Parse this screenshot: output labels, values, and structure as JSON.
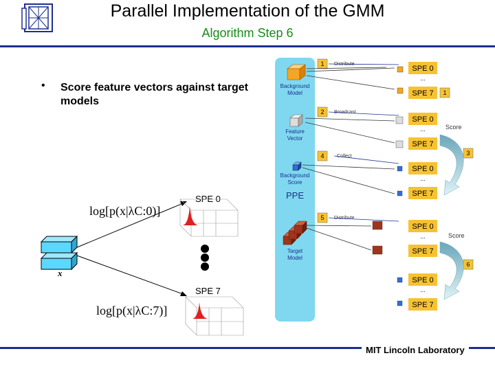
{
  "header": {
    "title": "Parallel Implementation of the GMM",
    "subtitle": "Algorithm Step 6"
  },
  "content": {
    "bullet": "•",
    "text": "Score feature vectors against target models"
  },
  "left_diagram": {
    "spe_top": "SPE 0",
    "spe_bottom": "SPE 7",
    "eq_top": "log[p(x|λC:0)]",
    "eq_bottom": "log[p(x|λC:7)]",
    "x_label": "x"
  },
  "ppe": {
    "label": "PPE",
    "background_model": "Background Model",
    "feature_vector": "Feature Vector",
    "background_score": "Background Score",
    "target_model": "Target Model"
  },
  "steps": {
    "s1": "1",
    "s2": "2",
    "s3": "3",
    "s4": "4",
    "s5": "5",
    "s6": "6",
    "distribute": "Distribute",
    "broadcast": "Broadcast",
    "collect": "Collect",
    "distribute2": "Distribute",
    "score": "Score",
    "score2": "Score"
  },
  "spe": {
    "a0": "SPE 0",
    "a7": "SPE 7",
    "b0": "SPE 0",
    "b7": "SPE 7",
    "c0": "SPE 0",
    "c7": "SPE 7",
    "d0": "SPE 0",
    "d7": "SPE 7",
    "e0": "SPE 0",
    "e7": "SPE 7",
    "dots": "..."
  },
  "footer": "MIT Lincoln Laboratory",
  "colors": {
    "accent_blue": "#1b2f8f",
    "subtitle_green": "#1a8a1a",
    "ppe_cyan": "#7fd8ef",
    "spe_yellow": "#f7c232",
    "cube_cyan": "#5bd8ff",
    "cube_orange": "#f5a623",
    "cube_brown": "#a0341c",
    "cube_blue": "#2f6fd8",
    "peak_red": "#e02020"
  }
}
